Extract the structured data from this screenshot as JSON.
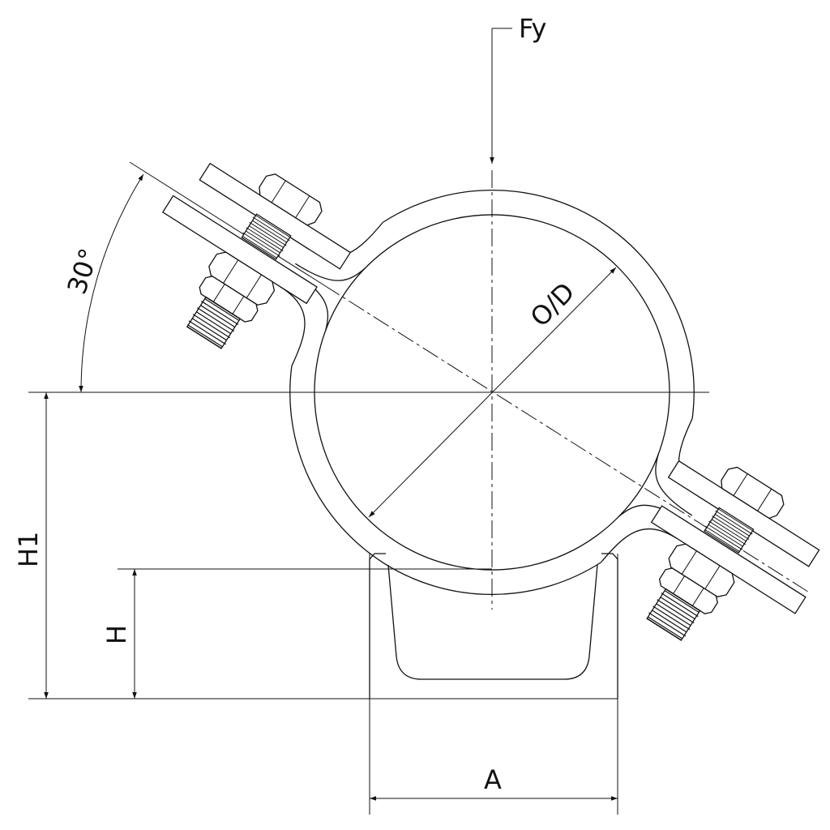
{
  "labels": {
    "force": "Fy",
    "angle": "30°",
    "diameter": "O/D",
    "height_total": "H1",
    "height": "H",
    "width": "A"
  },
  "colors": {
    "line": "#111111",
    "background": "#ffffff"
  }
}
